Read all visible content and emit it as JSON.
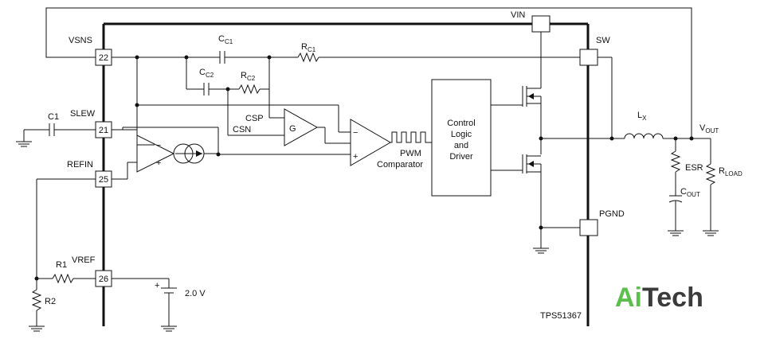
{
  "labels": {
    "vin": "VIN",
    "vsns": "VSNS",
    "sw": "SW",
    "slew": "SLEW",
    "refin": "REFIN",
    "vref": "VREF",
    "pgnd": "PGND",
    "csp": "CSP",
    "csn": "CSN",
    "gain": "G",
    "c1": "C1",
    "r1": "R1",
    "r2": "R2",
    "esr": "ESR",
    "source": "2.0 V",
    "pwm": "PWM",
    "comparator": "Comparator",
    "part": "TPS51367",
    "minus": "−",
    "plus": "+",
    "plus2": "+"
  },
  "pins": {
    "vsns": "22",
    "slew": "21",
    "refin": "25",
    "vref": "26"
  },
  "sub_labels": {
    "cc1": {
      "main": "C",
      "sub": "C1"
    },
    "cc2": {
      "main": "C",
      "sub": "C2"
    },
    "rc1": {
      "main": "R",
      "sub": "C1"
    },
    "rc2": {
      "main": "R",
      "sub": "C2"
    },
    "lx": {
      "main": "L",
      "sub": "X"
    },
    "vout": {
      "main": "V",
      "sub": "OUT"
    },
    "cout": {
      "main": "C",
      "sub": "OUT"
    },
    "rload": {
      "main": "R",
      "sub": "LOAD"
    }
  },
  "driver_block": {
    "line1": "Control",
    "line2": "Logic",
    "line3": "and",
    "line4": "Driver"
  },
  "logo": {
    "ai": "Ai",
    "tech": "Tech"
  },
  "colors": {
    "logo_green": "#5bbf4c",
    "logo_dark": "#3b3b3b"
  }
}
